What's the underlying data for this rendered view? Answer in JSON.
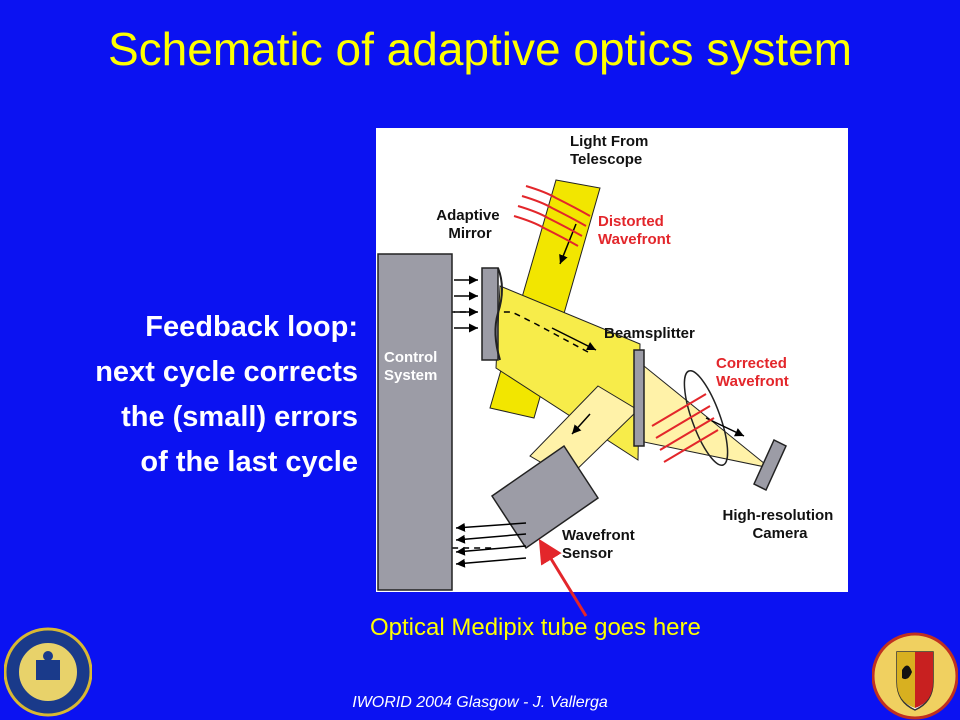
{
  "slide": {
    "title": "Schematic of adaptive optics system",
    "feedback_lines": [
      "Feedback loop:",
      "next cycle corrects",
      "the (small) errors",
      "of the last cycle"
    ],
    "note": "Optical Medipix tube goes here",
    "footer": "IWORID 2004 Glasgow - J. Vallerga"
  },
  "diagram": {
    "light_from_telescope": [
      "Light From",
      "Telescope"
    ],
    "adaptive_mirror": [
      "Adaptive",
      "Mirror"
    ],
    "distorted_wavefront": [
      "Distorted",
      "Wavefront"
    ],
    "beamsplitter": "Beamsplitter",
    "corrected_wavefront": [
      "Corrected",
      "Wavefront"
    ],
    "control_system": [
      "Control",
      "System"
    ],
    "wavefront_sensor": [
      "Wavefront",
      "Sensor"
    ],
    "high_resolution_camera": [
      "High-resolution",
      "Camera"
    ]
  },
  "colors": {
    "background": "#0b12f2",
    "title": "#ffff00",
    "beam": "#f2e600",
    "beam_light": "#fff2a8",
    "wavefront_red": "#e3262b",
    "box_grey": "#9c9ca6"
  }
}
